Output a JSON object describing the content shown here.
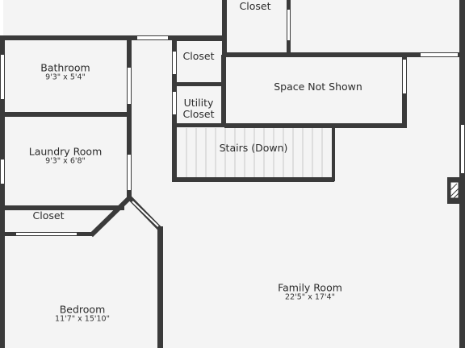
{
  "rooms": {
    "closet_top": {
      "name": "Closet"
    },
    "bathroom": {
      "name": "Bathroom",
      "dims": "9'3\" x 5'4\""
    },
    "closet_mid": {
      "name": "Closet"
    },
    "utility": {
      "name": "Utility\nCloset"
    },
    "space": {
      "name": "Space Not Shown"
    },
    "stairs": {
      "name": "Stairs (Down)"
    },
    "laundry": {
      "name": "Laundry Room",
      "dims": "9'3\" x 6'8\""
    },
    "closet_left": {
      "name": "Closet"
    },
    "family": {
      "name": "Family Room",
      "dims": "22'5\" x 17'4\""
    },
    "bedroom": {
      "name": "Bedroom",
      "dims": "11'7\" x 15'10\""
    }
  },
  "colors": {
    "wall": "#3a3a3a",
    "floor": "#f4f4f4",
    "window": "#ffffff",
    "stair_line": "#c8c8c8"
  }
}
